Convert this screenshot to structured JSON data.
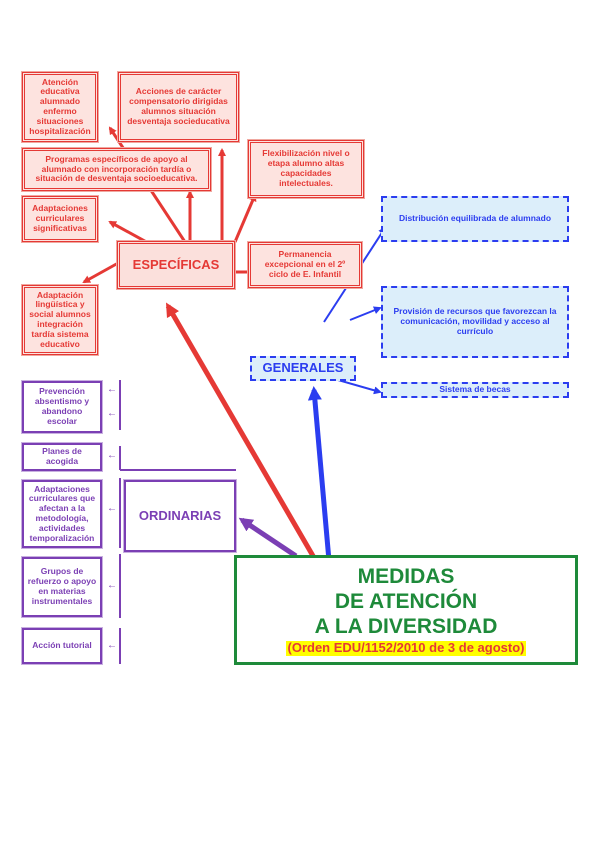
{
  "main": {
    "title_lines": [
      "MEDIDAS",
      "DE ATENCIÓN",
      "A LA DIVERSIDAD"
    ],
    "subtitle": "(Orden EDU/1152/2010 de 3 de agosto)"
  },
  "especificas": {
    "label": "ESPECÍFICAS",
    "items": [
      "Atención educativa alumnado enfermo situaciones hospitalización",
      "Acciones de carácter compensatorio dirigidas alumnos situación desventaja socieducativa",
      "Programas específicos de apoyo al alumnado con incorporación tardía o situación de desventaja socioeducativa.",
      "Flexibilización nivel o etapa alumno altas capacidades intelectuales.",
      "Adaptaciones curriculares significativas",
      "Permanencia excepcional en el 2º ciclo de E. Infantil",
      "Adaptación lingüística y social alumnos integración tardía sistema educativo"
    ]
  },
  "generales": {
    "label": "GENERALES",
    "items": [
      "Distribución equilibrada de alumnado",
      "Provisión de recursos que favorezcan la comunicación, movilidad y acceso al currículo",
      "Sistema de becas"
    ]
  },
  "ordinarias": {
    "label": "ORDINARIAS",
    "items": [
      "Prevención absentismo y abandono escolar",
      "Planes de acogida",
      "Adaptaciones curriculares que afectan a la metodología, actividades temporalización",
      "Grupos de refuerzo o apoyo en materias instrumentales",
      "Acción tutorial"
    ]
  },
  "colors": {
    "red": "#e53935",
    "blue": "#2b3df0",
    "purple": "#7b3fb4",
    "green": "#1e8a3a",
    "highlight": "#ffff00"
  }
}
